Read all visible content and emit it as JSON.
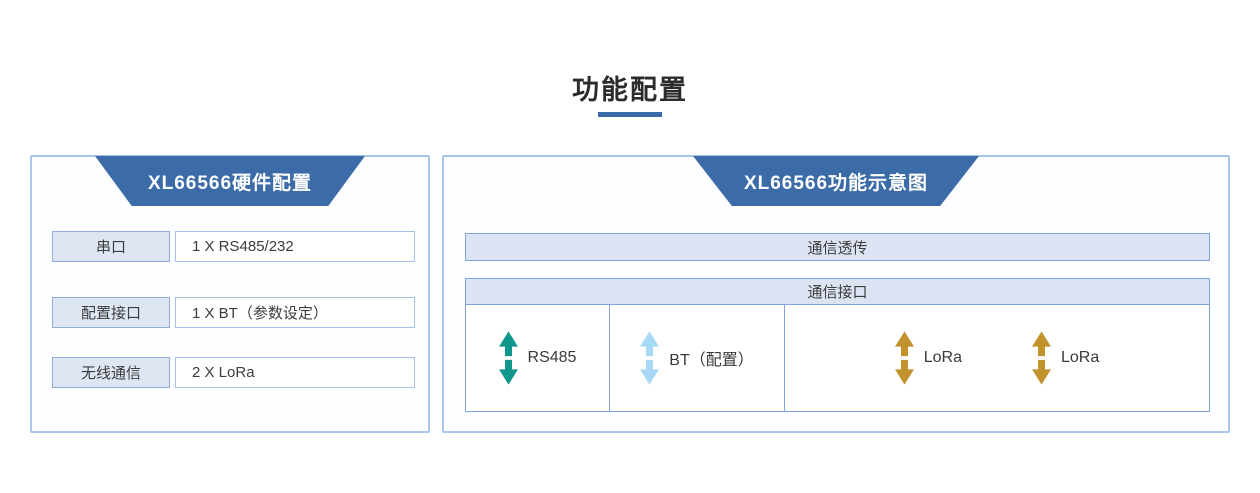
{
  "page": {
    "title": "功能配置"
  },
  "left_panel": {
    "header": "XL66566硬件配置",
    "rows": [
      {
        "label": "串口",
        "value": "1 X RS485/232"
      },
      {
        "label": "配置接口",
        "value": "1 X BT（参数设定）"
      },
      {
        "label": "无线通信",
        "value": "2 X LoRa"
      }
    ]
  },
  "right_panel": {
    "header": "XL66566功能示意图",
    "passthrough_bar": "通信透传",
    "interface_box": {
      "header": "通信接口",
      "ports": [
        {
          "icon": "double-arrow-vertical-icon",
          "label": "RS485"
        },
        {
          "icon": "double-arrow-vertical-icon",
          "label": "BT（配置）"
        },
        {
          "icon": "double-arrow-vertical-icon",
          "label": "LoRa"
        },
        {
          "icon": "double-arrow-vertical-icon",
          "label": "LoRa"
        }
      ]
    }
  },
  "colors": {
    "accent_blue": "#3c6ca8",
    "underline_blue": "#3a6ba8",
    "panel_border": "#abc5ea",
    "box_fill": "#dce4f4",
    "box_border": "#7da4de",
    "arrow_teal": "#11968b",
    "arrow_lightblue": "#a8d9f6",
    "arrow_gold": "#c2932d"
  }
}
